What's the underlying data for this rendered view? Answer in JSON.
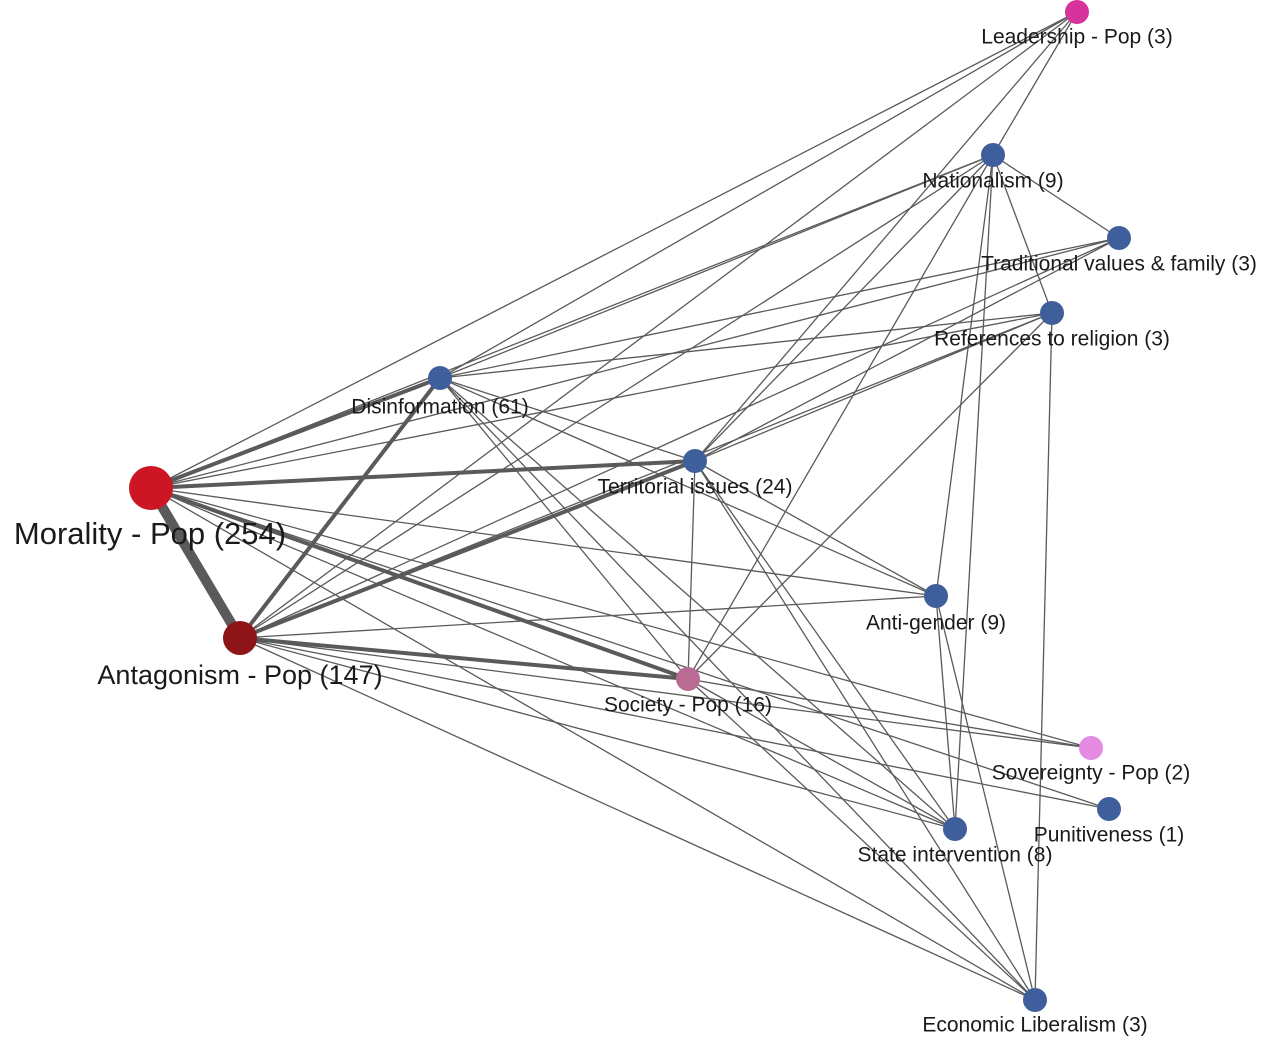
{
  "nodes": [
    {
      "id": "morality",
      "label": "Morality - Pop (254)",
      "color": "#cc1623",
      "size": "xl"
    },
    {
      "id": "antagonism",
      "label": "Antagonism - Pop (147)",
      "color": "#8e1418",
      "size": "l"
    },
    {
      "id": "disinformation",
      "label": "Disinformation (61)",
      "color": "#3e5f9c",
      "size": "m"
    },
    {
      "id": "territorial",
      "label": "Territorial issues (24)",
      "color": "#3e5f9c",
      "size": "m"
    },
    {
      "id": "society",
      "label": "Society - Pop (16)",
      "color": "#b96b94",
      "size": "m"
    },
    {
      "id": "nationalism",
      "label": "Nationalism (9)",
      "color": "#3e5f9c",
      "size": "m"
    },
    {
      "id": "antigender",
      "label": "Anti-gender (9)",
      "color": "#3e5f9c",
      "size": "m"
    },
    {
      "id": "state",
      "label": "State intervention (8)",
      "color": "#3e5f9c",
      "size": "m"
    },
    {
      "id": "leadership",
      "label": "Leadership - Pop (3)",
      "color": "#d6349c",
      "size": "m"
    },
    {
      "id": "traditional",
      "label": "Traditional values & family (3)",
      "color": "#3e5f9c",
      "size": "m"
    },
    {
      "id": "religion",
      "label": "References to religion (3)",
      "color": "#3e5f9c",
      "size": "m"
    },
    {
      "id": "economic",
      "label": "Economic Liberalism (3)",
      "color": "#3e5f9c",
      "size": "m"
    },
    {
      "id": "sovereignty",
      "label": "Sovereignty - Pop (2)",
      "color": "#e48ae0",
      "size": "m"
    },
    {
      "id": "punitiveness",
      "label": "Punitiveness (1)",
      "color": "#3e5f9c",
      "size": "m"
    }
  ],
  "edges": [
    {
      "from": "morality",
      "to": "antagonism",
      "weight": "heavy"
    },
    {
      "from": "morality",
      "to": "disinformation",
      "weight": "medium"
    },
    {
      "from": "morality",
      "to": "territorial",
      "weight": "medium"
    },
    {
      "from": "morality",
      "to": "society",
      "weight": "medium"
    },
    {
      "from": "morality",
      "to": "leadership",
      "weight": "thin"
    },
    {
      "from": "morality",
      "to": "nationalism",
      "weight": "thin"
    },
    {
      "from": "morality",
      "to": "traditional",
      "weight": "thin"
    },
    {
      "from": "morality",
      "to": "religion",
      "weight": "thin"
    },
    {
      "from": "morality",
      "to": "antigender",
      "weight": "thin"
    },
    {
      "from": "morality",
      "to": "sovereignty",
      "weight": "thin"
    },
    {
      "from": "morality",
      "to": "punitiveness",
      "weight": "thin"
    },
    {
      "from": "morality",
      "to": "state",
      "weight": "thin"
    },
    {
      "from": "morality",
      "to": "economic",
      "weight": "thin"
    },
    {
      "from": "antagonism",
      "to": "disinformation",
      "weight": "medium"
    },
    {
      "from": "antagonism",
      "to": "territorial",
      "weight": "medium"
    },
    {
      "from": "antagonism",
      "to": "society",
      "weight": "medium"
    },
    {
      "from": "antagonism",
      "to": "leadership",
      "weight": "thin"
    },
    {
      "from": "antagonism",
      "to": "nationalism",
      "weight": "thin"
    },
    {
      "from": "antagonism",
      "to": "traditional",
      "weight": "thin"
    },
    {
      "from": "antagonism",
      "to": "religion",
      "weight": "thin"
    },
    {
      "from": "antagonism",
      "to": "antigender",
      "weight": "thin"
    },
    {
      "from": "antagonism",
      "to": "sovereignty",
      "weight": "thin"
    },
    {
      "from": "antagonism",
      "to": "punitiveness",
      "weight": "thin"
    },
    {
      "from": "antagonism",
      "to": "state",
      "weight": "thin"
    },
    {
      "from": "antagonism",
      "to": "economic",
      "weight": "thin"
    },
    {
      "from": "disinformation",
      "to": "leadership",
      "weight": "thin"
    },
    {
      "from": "disinformation",
      "to": "nationalism",
      "weight": "thin"
    },
    {
      "from": "disinformation",
      "to": "traditional",
      "weight": "thin"
    },
    {
      "from": "disinformation",
      "to": "religion",
      "weight": "thin"
    },
    {
      "from": "disinformation",
      "to": "territorial",
      "weight": "thin"
    },
    {
      "from": "disinformation",
      "to": "antigender",
      "weight": "thin"
    },
    {
      "from": "disinformation",
      "to": "society",
      "weight": "thin"
    },
    {
      "from": "disinformation",
      "to": "state",
      "weight": "thin"
    },
    {
      "from": "disinformation",
      "to": "economic",
      "weight": "thin"
    },
    {
      "from": "territorial",
      "to": "leadership",
      "weight": "thin"
    },
    {
      "from": "territorial",
      "to": "nationalism",
      "weight": "thin"
    },
    {
      "from": "territorial",
      "to": "traditional",
      "weight": "thin"
    },
    {
      "from": "territorial",
      "to": "religion",
      "weight": "thin"
    },
    {
      "from": "territorial",
      "to": "antigender",
      "weight": "thin"
    },
    {
      "from": "territorial",
      "to": "society",
      "weight": "thin"
    },
    {
      "from": "territorial",
      "to": "state",
      "weight": "thin"
    },
    {
      "from": "territorial",
      "to": "economic",
      "weight": "thin"
    },
    {
      "from": "nationalism",
      "to": "leadership",
      "weight": "thin"
    },
    {
      "from": "nationalism",
      "to": "traditional",
      "weight": "thin"
    },
    {
      "from": "nationalism",
      "to": "religion",
      "weight": "thin"
    },
    {
      "from": "nationalism",
      "to": "antigender",
      "weight": "thin"
    },
    {
      "from": "nationalism",
      "to": "society",
      "weight": "thin"
    },
    {
      "from": "nationalism",
      "to": "state",
      "weight": "thin"
    },
    {
      "from": "religion",
      "to": "society",
      "weight": "thin"
    },
    {
      "from": "religion",
      "to": "economic",
      "weight": "thin"
    },
    {
      "from": "antigender",
      "to": "state",
      "weight": "thin"
    },
    {
      "from": "antigender",
      "to": "economic",
      "weight": "thin"
    },
    {
      "from": "society",
      "to": "state",
      "weight": "thin"
    },
    {
      "from": "society",
      "to": "sovereignty",
      "weight": "thin"
    },
    {
      "from": "society",
      "to": "economic",
      "weight": "thin"
    }
  ]
}
